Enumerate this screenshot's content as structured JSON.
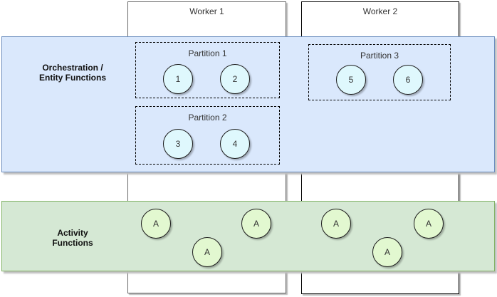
{
  "colors": {
    "orchestration_band_fill": "#dae8fc",
    "orchestration_band_stroke": "#6c8ebf",
    "activity_band_fill": "#d5e8d4",
    "activity_band_stroke": "#82b366",
    "entity_node_fill": "#dff8fd",
    "activity_node_fill": "#e2f8d0",
    "worker1_stroke": "#666666",
    "worker2_stroke": "#000000"
  },
  "workers": [
    {
      "label": "Worker 1"
    },
    {
      "label": "Worker 2"
    }
  ],
  "bands": {
    "orchestration": {
      "line1": "Orchestration /",
      "line2": "Entity Functions"
    },
    "activity": {
      "line1": "Activity",
      "line2": "Functions"
    }
  },
  "partitions": [
    {
      "label": "Partition 1"
    },
    {
      "label": "Partition 2"
    },
    {
      "label": "Partition 3"
    }
  ],
  "entity_nodes": [
    {
      "label": "1"
    },
    {
      "label": "2"
    },
    {
      "label": "3"
    },
    {
      "label": "4"
    },
    {
      "label": "5"
    },
    {
      "label": "6"
    }
  ],
  "activity_nodes": [
    {
      "label": "A"
    },
    {
      "label": "A"
    },
    {
      "label": "A"
    },
    {
      "label": "A"
    },
    {
      "label": "A"
    },
    {
      "label": "A"
    }
  ]
}
